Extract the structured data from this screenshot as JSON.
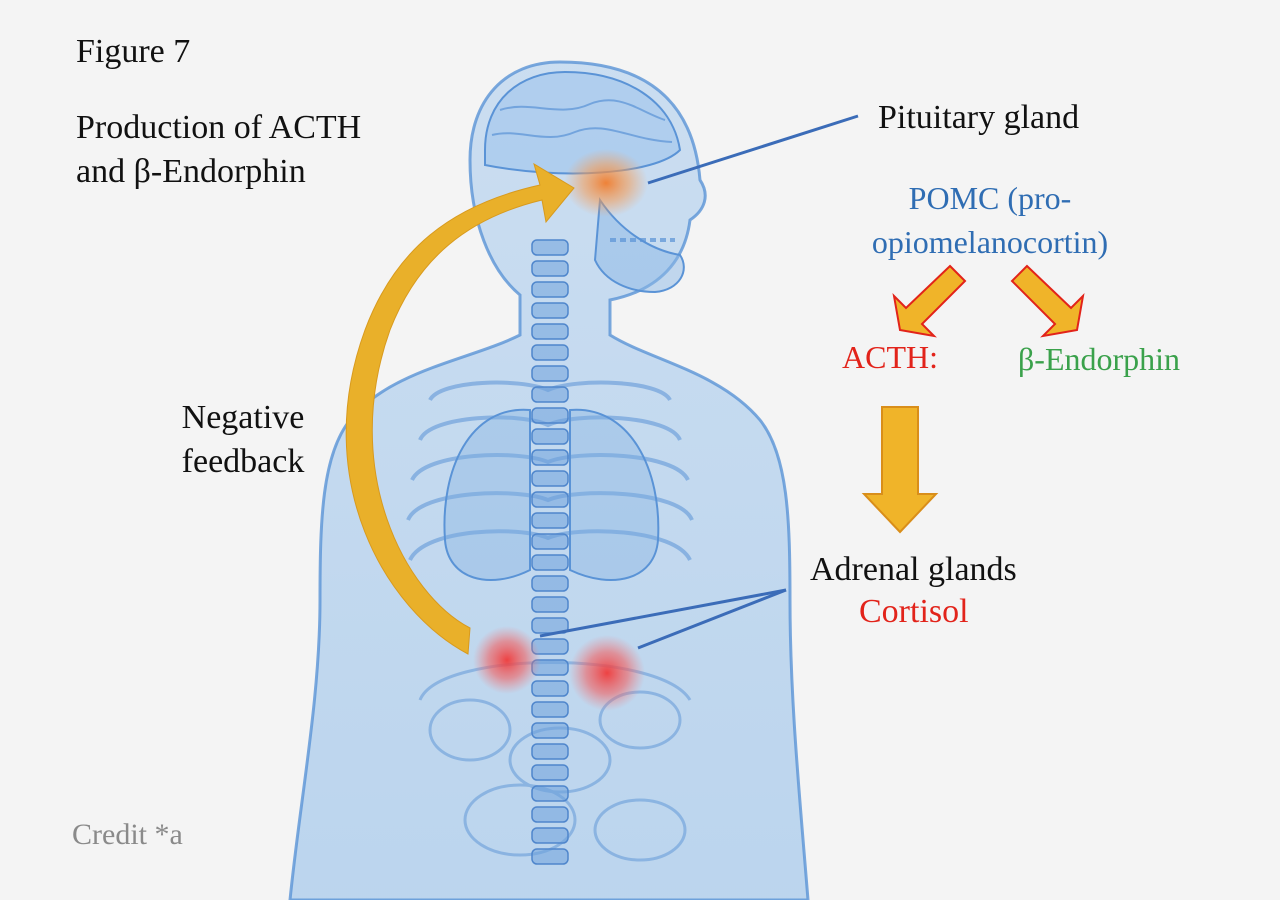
{
  "figure": {
    "number": "Figure 7",
    "title": "Production of ACTH and β-Endorphin",
    "credit": "Credit *a"
  },
  "labels": {
    "pituitary": "Pituitary gland",
    "pomc": "POMC (pro-opiomelanocortin)",
    "acth": "ACTH:",
    "beta_endorphin": "β-Endorphin",
    "negative_feedback": "Negative feedback",
    "adrenal": "Adrenal glands",
    "cortisol": "Cortisol"
  },
  "colors": {
    "background": "#f4f4f4",
    "body": "#7fb0e4",
    "pomc_text": "#2f6db3",
    "acth_text": "#e2231a",
    "endorphin_text": "#3aa14b",
    "arrow_fill": "#f0b429",
    "arrow_outline": "#e2231a",
    "feedback_arrow": "#e9b02a",
    "pituitary_glow": "#f08c3c",
    "adrenal_glow": "#f04848"
  }
}
